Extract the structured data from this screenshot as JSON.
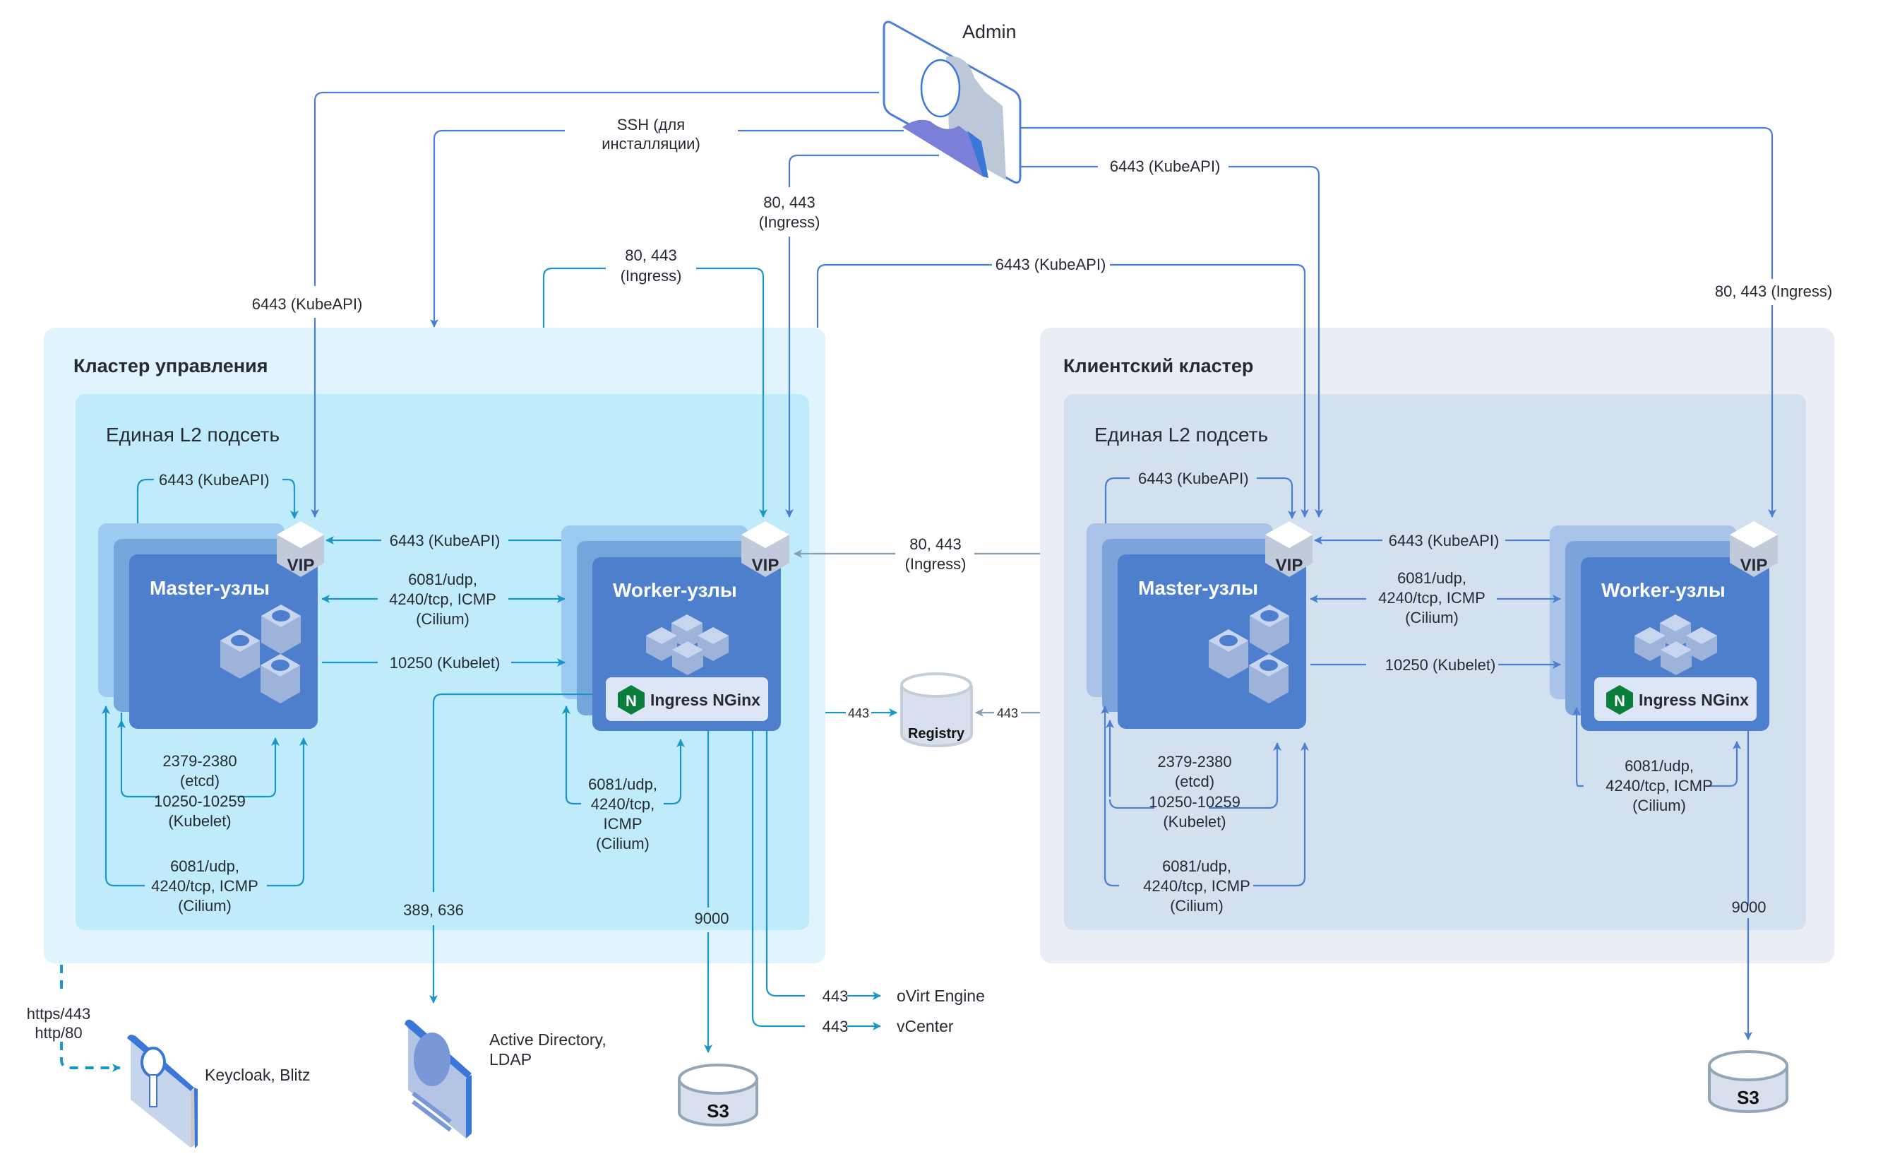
{
  "admin": {
    "label": "Admin"
  },
  "management_cluster": {
    "title": "Кластер управления",
    "subnet_label": "Единая L2 подсеть",
    "master": {
      "title": "Master-узлы",
      "vip": "VIP"
    },
    "worker": {
      "title": "Worker-узлы",
      "vip": "VIP",
      "ingress": "Ingress NGinx"
    },
    "links": {
      "kubeapi_self": "6443 (KubeAPI)",
      "kubeapi_worker_to_master": "6443 (KubeAPI)",
      "cilium_between_1": "6081/udp,",
      "cilium_between_2": "4240/tcp, ICMP",
      "cilium_between_3": "(Cilium)",
      "kubelet": "10250 (Kubelet)",
      "etcd_1": "2379-2380",
      "etcd_2": "(etcd)",
      "kubelet_range_1": "10250-10259",
      "kubelet_range_2": "(Kubelet)",
      "master_cilium_1": "6081/udp,",
      "master_cilium_2": "4240/tcp, ICMP",
      "master_cilium_3": "(Cilium)",
      "worker_cilium_1": "6081/udp,",
      "worker_cilium_2": "4240/tcp,",
      "worker_cilium_3": "ICMP",
      "worker_cilium_4": "(Cilium)",
      "ldap": "389, 636",
      "s3": "9000",
      "ovirt_port": "443",
      "vcenter_port": "443",
      "registry_port": "443",
      "idp_1": "https/443",
      "idp_2": "http/80"
    }
  },
  "client_cluster": {
    "title": "Клиентский кластер",
    "subnet_label": "Единая L2 подсеть",
    "master": {
      "title": "Master-узлы",
      "vip": "VIP"
    },
    "worker": {
      "title": "Worker-узлы",
      "vip": "VIP",
      "ingress": "Ingress NGinx"
    },
    "links": {
      "kubeapi_self": "6443 (KubeAPI)",
      "kubeapi_worker_to_master": "6443 (KubeAPI)",
      "cilium_between_1": "6081/udp,",
      "cilium_between_2": "4240/tcp, ICMP",
      "cilium_between_3": "(Cilium)",
      "kubelet": "10250 (Kubelet)",
      "etcd_1": "2379-2380",
      "etcd_2": "(etcd)",
      "kubelet_range_1": "10250-10259",
      "kubelet_range_2": "(Kubelet)",
      "master_cilium_1": "6081/udp,",
      "master_cilium_2": "4240/tcp, ICMP",
      "master_cilium_3": "(Cilium)",
      "worker_cilium_1": "6081/udp,",
      "worker_cilium_2": "4240/tcp, ICMP",
      "worker_cilium_3": "(Cilium)",
      "s3": "9000",
      "registry_port": "443"
    }
  },
  "admin_links": {
    "kubeapi_mgmt": "6443 (KubeAPI)",
    "ssh_1": "SSH (для",
    "ssh_2": "инсталляции)",
    "ingress_mgmt_1": "80, 443",
    "ingress_mgmt_2": "(Ingress)",
    "kubeapi_client": "6443 (KubeAPI)",
    "ingress_client": "80, 443 (Ingress)"
  },
  "mgmt_to_client": {
    "kubeapi": "6443 (KubeAPI)",
    "ingress_loop_1": "80, 443",
    "ingress_loop_2": "(Ingress)",
    "client_to_mgmt_ingress_1": "80, 443",
    "client_to_mgmt_ingress_2": "(Ingress)"
  },
  "external": {
    "registry": "Registry",
    "s3_mgmt": "S3",
    "s3_client": "S3",
    "ovirt": "oVirt Engine",
    "vcenter": "vCenter",
    "keycloak": "Keycloak, Blitz",
    "ad_1": "Active Directory,",
    "ad_2": "LDAP"
  },
  "colors": {
    "mgmt_outer": "#dff4fc",
    "mgmt_inner": "#c0ebfa",
    "client_outer": "#eaeef4",
    "client_inner": "#d3e0f0",
    "node_front": "#4d7fcd",
    "mgmt_line": "#1a96c8",
    "client_line": "#4a7fd4",
    "gray_line": "#8aa0b2",
    "nginx_green": "#0a7f3c"
  }
}
